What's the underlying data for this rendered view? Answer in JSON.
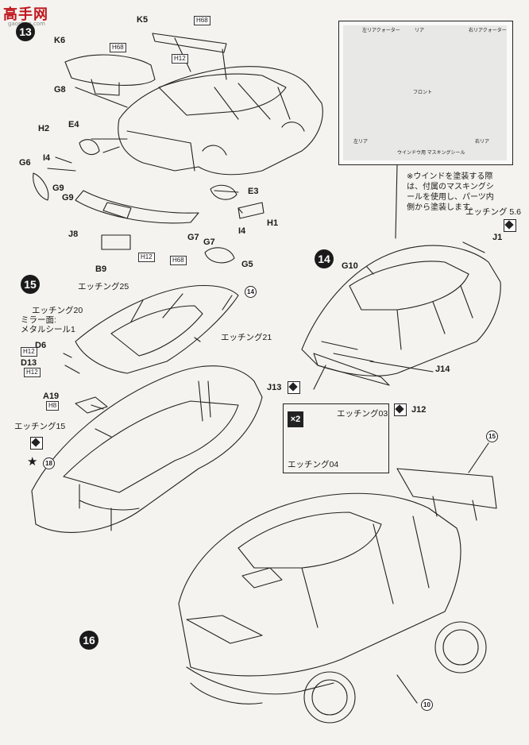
{
  "watermark": {
    "name": "高手网",
    "url": "gaoshan.com"
  },
  "steps": {
    "s13": "13",
    "s14": "14",
    "s15": "15",
    "s16": "16"
  },
  "ref_circles": {
    "r14": "14",
    "r15": "15",
    "r10": "10",
    "r18": "18"
  },
  "parts": {
    "K5": "K5",
    "K6": "K6",
    "G8": "G8",
    "H2": "H2",
    "E4": "E4",
    "I4a": "I4",
    "G6": "G6",
    "G9a": "G9",
    "G9b": "G9",
    "E3": "E3",
    "H1": "H1",
    "J8": "J8",
    "G7a": "G7",
    "G7b": "G7",
    "I4b": "I4",
    "B9": "B9",
    "G5": "G5",
    "G10": "G10",
    "J1": "J1",
    "J13": "J13",
    "J14": "J14",
    "J12": "J12",
    "D6": "D6",
    "D13": "D13",
    "A19": "A19"
  },
  "paint_codes": {
    "h68a": "H68",
    "h68b": "H68",
    "h12a": "H12",
    "h12b": "H12",
    "h68c": "H68",
    "h12c": "H12",
    "h12d": "H12",
    "h8": "H8"
  },
  "etching": {
    "e56": "エッチング 5.6",
    "e25": "エッチング25",
    "e20": "エッチング20",
    "mirror": "ミラー面:",
    "metal": "メタルシール1",
    "e21": "エッチング21",
    "e15": "エッチング15",
    "e03": "エッチング03",
    "e04": "エッチング04",
    "x2": "×2"
  },
  "note": {
    "line1": "※ウインドを塗装する際",
    "line2": "は、付属のマスキングシ",
    "line3": "ールを使用し、パーツ内",
    "line4": "側から塗装します。"
  },
  "inset_labels": {
    "tl": "左リアクォーター",
    "tc": "リア",
    "tr": "右リアクォーター",
    "c": "フロント",
    "bl": "左リア",
    "br": "右リア",
    "code": "ウインドウ用 マスキングシール"
  }
}
